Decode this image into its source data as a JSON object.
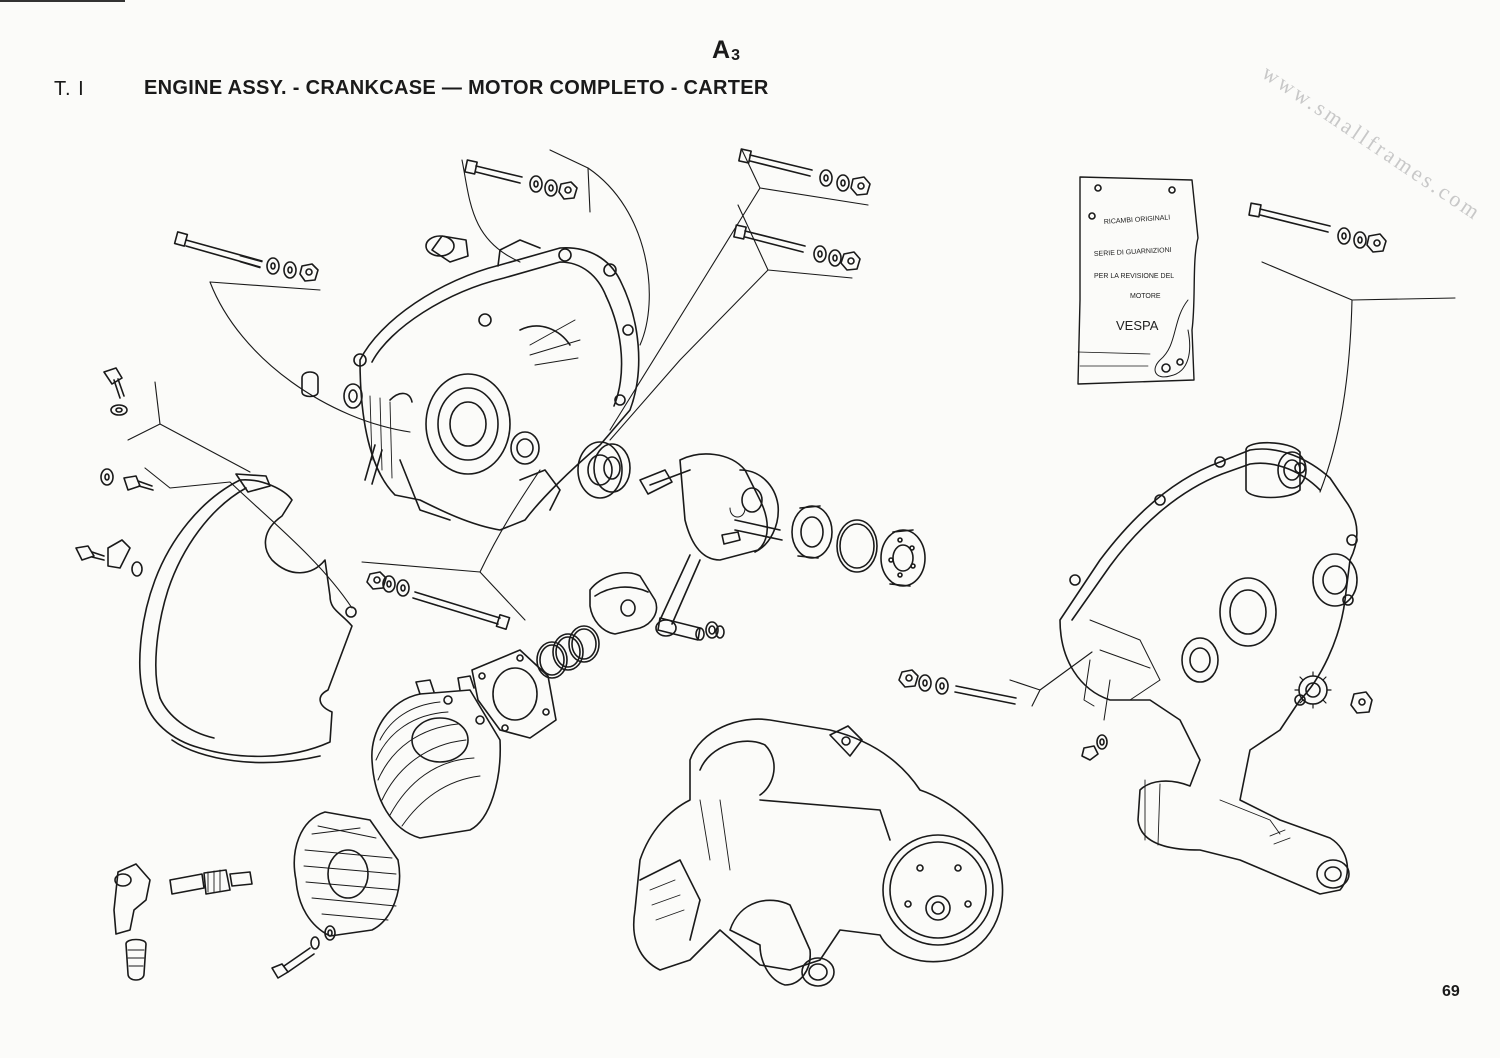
{
  "header": {
    "plate_code": "A",
    "plate_sub": "3",
    "table_no": "T. I",
    "title": "ENGINE ASSY. - CRANKCASE — MOTOR COMPLETO - CARTER"
  },
  "watermark": "www.smallframes.com",
  "gasket_bag": {
    "line1": "RICAMBI ORIGINALI",
    "line2": "SERIE DI GUARNIZIONI",
    "line3": "PER LA REVISIONE DEL",
    "line4": "MOTORE",
    "brand": "VESPA"
  },
  "footer": {
    "page_number": "69"
  }
}
